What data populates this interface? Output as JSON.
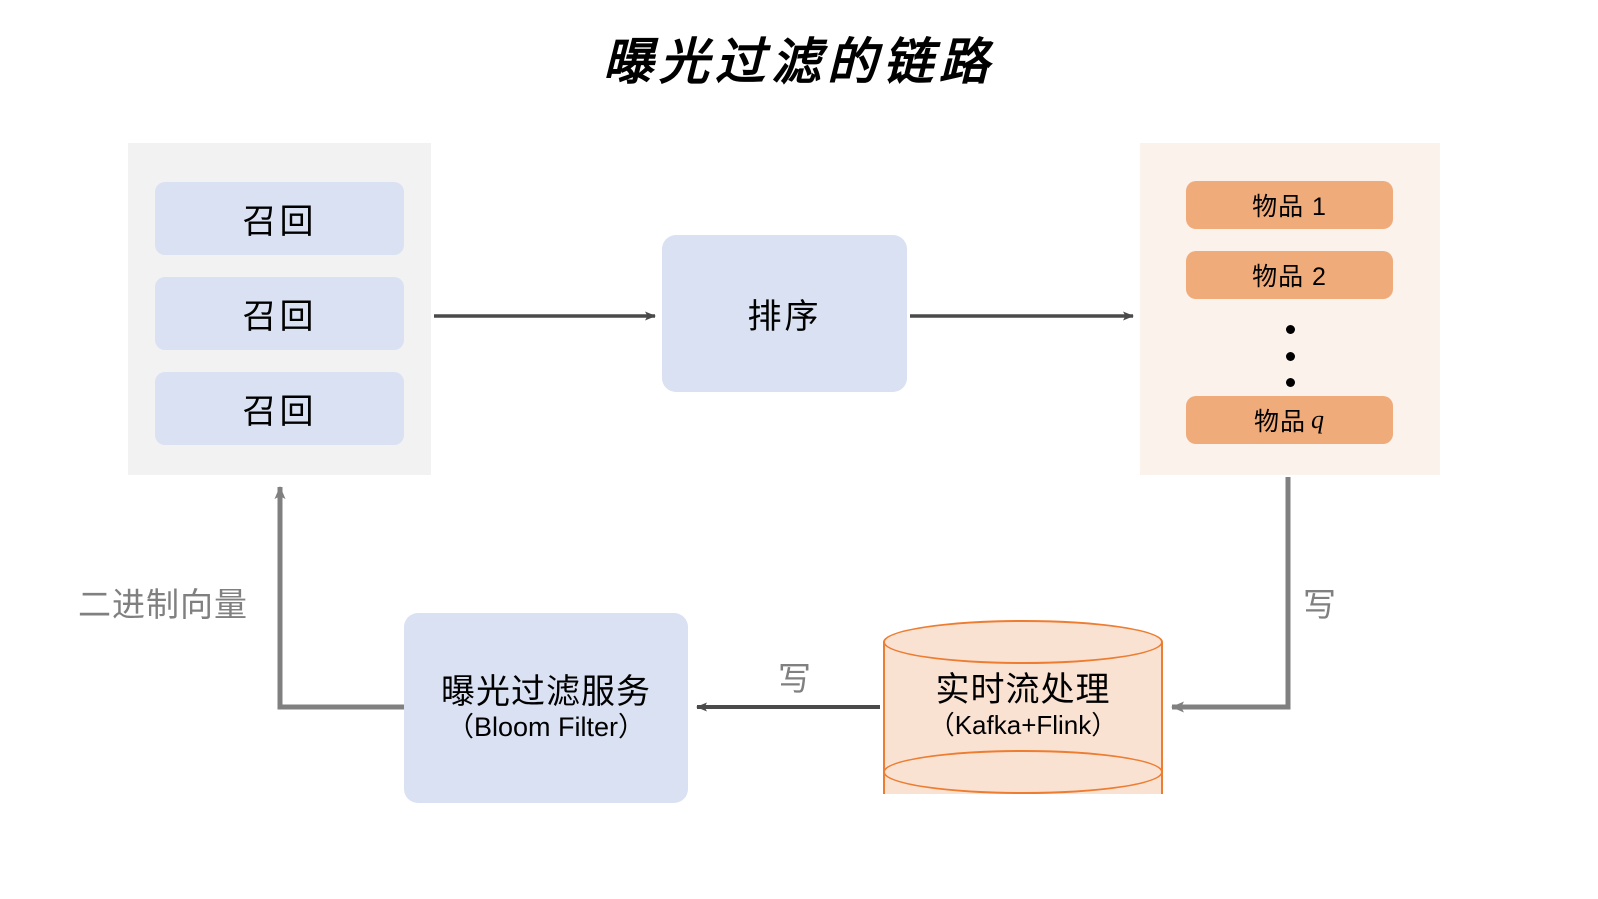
{
  "title": "曝光过滤的链路",
  "colors": {
    "blue_box": "#d9e1f2",
    "orange_box": "#f0ab7a",
    "recall_panel_bg": "#f2f2f2",
    "items_panel_bg": "#fbf2ec",
    "cylinder_fill": "#fae2d3",
    "cylinder_stroke": "#ed7d31",
    "arrow": "#4a4a4a",
    "route_line": "#808080",
    "label_text": "#808080"
  },
  "recall_panel": {
    "boxes": [
      {
        "label": "召回"
      },
      {
        "label": "召回"
      },
      {
        "label": "召回"
      }
    ]
  },
  "rank": {
    "label": "排序"
  },
  "items_panel": {
    "boxes": [
      {
        "label": "物品 1"
      },
      {
        "label": "物品 2"
      }
    ],
    "ellipsis": "⋮",
    "last_box": {
      "prefix": "物品",
      "variable": "q"
    }
  },
  "bloom": {
    "line1": "曝光过滤服务",
    "line2": "（Bloom Filter）"
  },
  "stream": {
    "line1": "实时流处理",
    "line2": "（Kafka+Flink）"
  },
  "edge_labels": {
    "binary_vector": "二进制向量",
    "write_left": "写",
    "write_right": "写"
  }
}
